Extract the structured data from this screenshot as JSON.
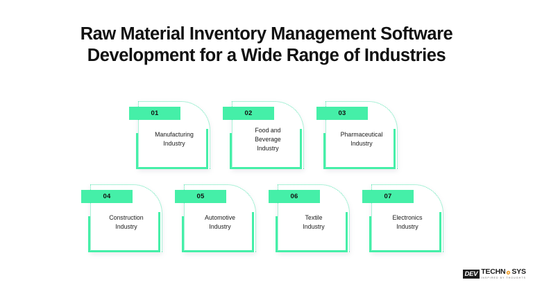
{
  "page": {
    "background_color": "#ffffff",
    "accent_color": "#45efa8",
    "dotted_border_color": "#55e5b0",
    "text_color": "#1a1a1a"
  },
  "title": {
    "line1": "Raw Material Inventory Management Software",
    "line2": "Development for a Wide Range of Industries"
  },
  "cards": [
    {
      "number": "01",
      "label_lines": [
        "Manufacturing",
        "Industry"
      ]
    },
    {
      "number": "02",
      "label_lines": [
        "Food and",
        "Beverage",
        "Industry"
      ]
    },
    {
      "number": "03",
      "label_lines": [
        "Pharmaceutical",
        "Industry"
      ]
    },
    {
      "number": "04",
      "label_lines": [
        "Construction",
        "Industry"
      ]
    },
    {
      "number": "05",
      "label_lines": [
        "Automotive",
        "Industry"
      ]
    },
    {
      "number": "06",
      "label_lines": [
        "Textile",
        "Industry"
      ]
    },
    {
      "number": "07",
      "label_lines": [
        "Electronics",
        "Industry"
      ]
    }
  ],
  "logo": {
    "mark": "DEV",
    "word_left": "TECHN",
    "word_right": "SYS",
    "tagline": "INSPIRED BY THOUGHTS",
    "gear_color": "#f0a030"
  }
}
